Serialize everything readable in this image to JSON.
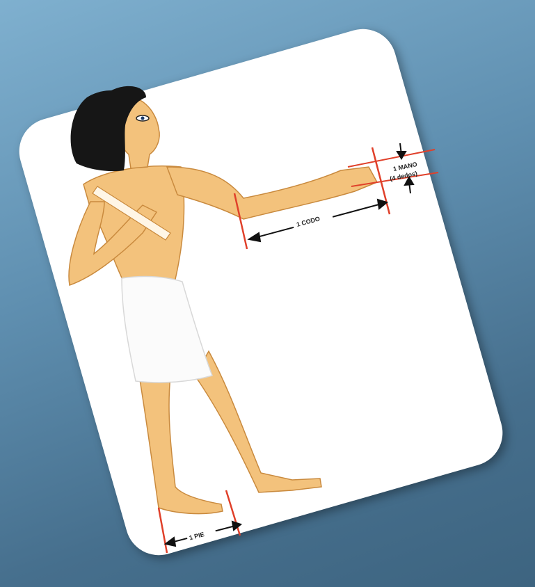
{
  "labels": {
    "mano": "1 MANO",
    "dedos": "(4 dedos)",
    "codo": "1 CODO",
    "pie": "1 PIE"
  },
  "colors": {
    "skin": "#f3c27c",
    "skin_outline": "#c98a3e",
    "hair": "#161616",
    "loincloth": "#fbfbfb",
    "measure_line": "#e0402a",
    "arrow": "#111111"
  }
}
